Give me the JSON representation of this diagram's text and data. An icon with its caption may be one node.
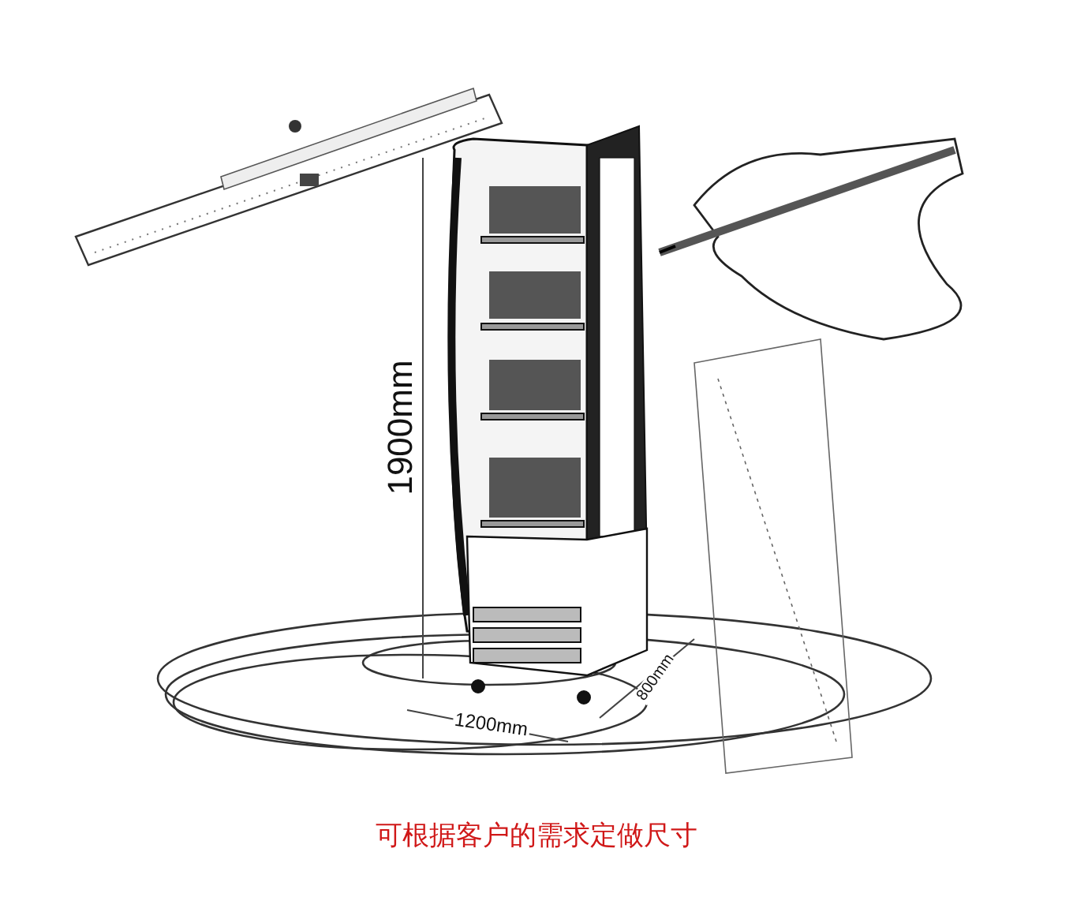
{
  "diagram": {
    "caption": "可根据客户的需求定做尺寸",
    "labels": [
      "1900mm",
      "1200mm",
      "800mm"
    ]
  }
}
